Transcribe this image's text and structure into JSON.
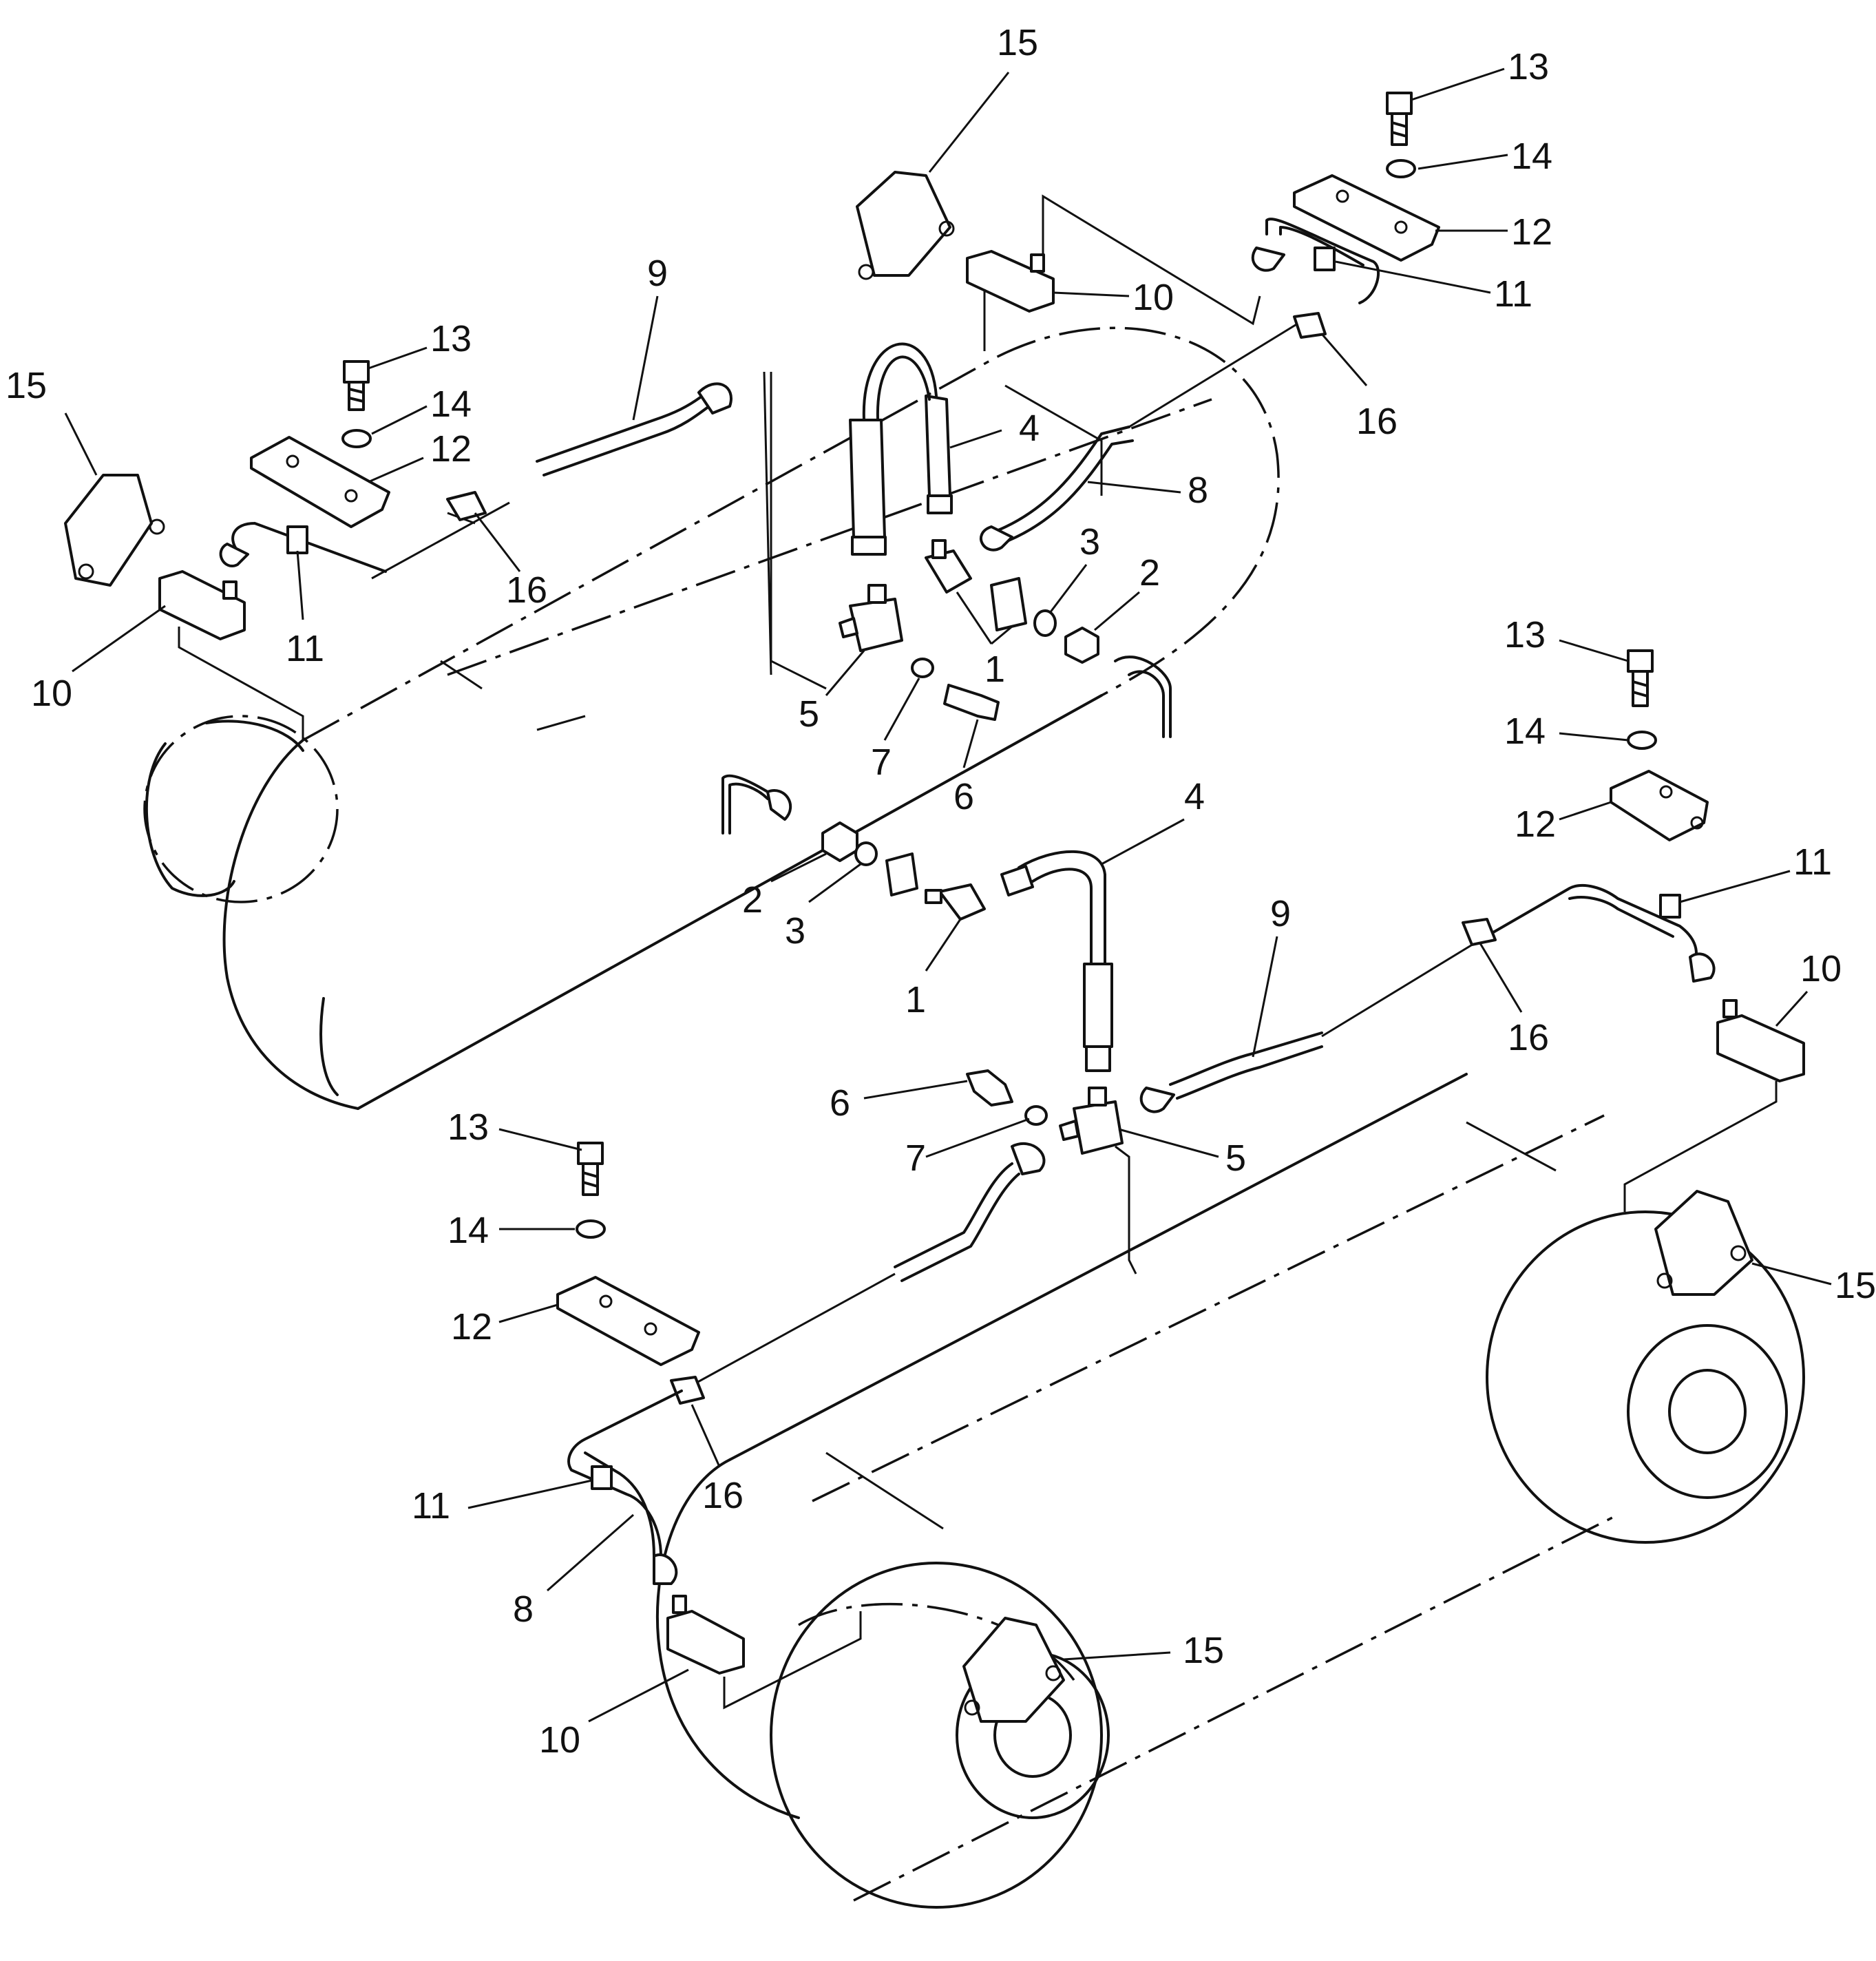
{
  "callouts": [
    {
      "id": "c15a",
      "text": "15"
    },
    {
      "id": "c13a",
      "text": "13"
    },
    {
      "id": "c14a",
      "text": "14"
    },
    {
      "id": "c12a",
      "text": "12"
    },
    {
      "id": "c11a",
      "text": "11"
    },
    {
      "id": "c10a",
      "text": "10"
    },
    {
      "id": "c16a",
      "text": "16"
    },
    {
      "id": "c9a",
      "text": "9"
    },
    {
      "id": "c4a",
      "text": "4"
    },
    {
      "id": "c8a",
      "text": "8"
    },
    {
      "id": "c3a",
      "text": "3"
    },
    {
      "id": "c2a",
      "text": "2"
    },
    {
      "id": "c1a",
      "text": "1"
    },
    {
      "id": "c5a",
      "text": "5"
    },
    {
      "id": "c7a",
      "text": "7"
    },
    {
      "id": "c6a",
      "text": "6"
    },
    {
      "id": "c15b",
      "text": "15"
    },
    {
      "id": "c13b",
      "text": "13"
    },
    {
      "id": "c14b",
      "text": "14"
    },
    {
      "id": "c12b",
      "text": "12"
    },
    {
      "id": "c11b",
      "text": "11"
    },
    {
      "id": "c10b",
      "text": "10"
    },
    {
      "id": "c16b",
      "text": "16"
    },
    {
      "id": "c2b",
      "text": "2"
    },
    {
      "id": "c3b",
      "text": "3"
    },
    {
      "id": "c1b",
      "text": "1"
    },
    {
      "id": "c4b",
      "text": "4"
    },
    {
      "id": "c9b",
      "text": "9"
    },
    {
      "id": "c13c",
      "text": "13"
    },
    {
      "id": "c14c",
      "text": "14"
    },
    {
      "id": "c12c",
      "text": "12"
    },
    {
      "id": "c11c",
      "text": "11"
    },
    {
      "id": "c10c",
      "text": "10"
    },
    {
      "id": "c16c",
      "text": "16"
    },
    {
      "id": "c6b",
      "text": "6"
    },
    {
      "id": "c7b",
      "text": "7"
    },
    {
      "id": "c5b",
      "text": "5"
    },
    {
      "id": "c15c",
      "text": "15"
    },
    {
      "id": "c13d",
      "text": "13"
    },
    {
      "id": "c14d",
      "text": "14"
    },
    {
      "id": "c12d",
      "text": "12"
    },
    {
      "id": "c11d",
      "text": "11"
    },
    {
      "id": "c16d",
      "text": "16"
    },
    {
      "id": "c8b",
      "text": "8"
    },
    {
      "id": "c10d",
      "text": "10"
    },
    {
      "id": "c15d",
      "text": "15"
    }
  ]
}
